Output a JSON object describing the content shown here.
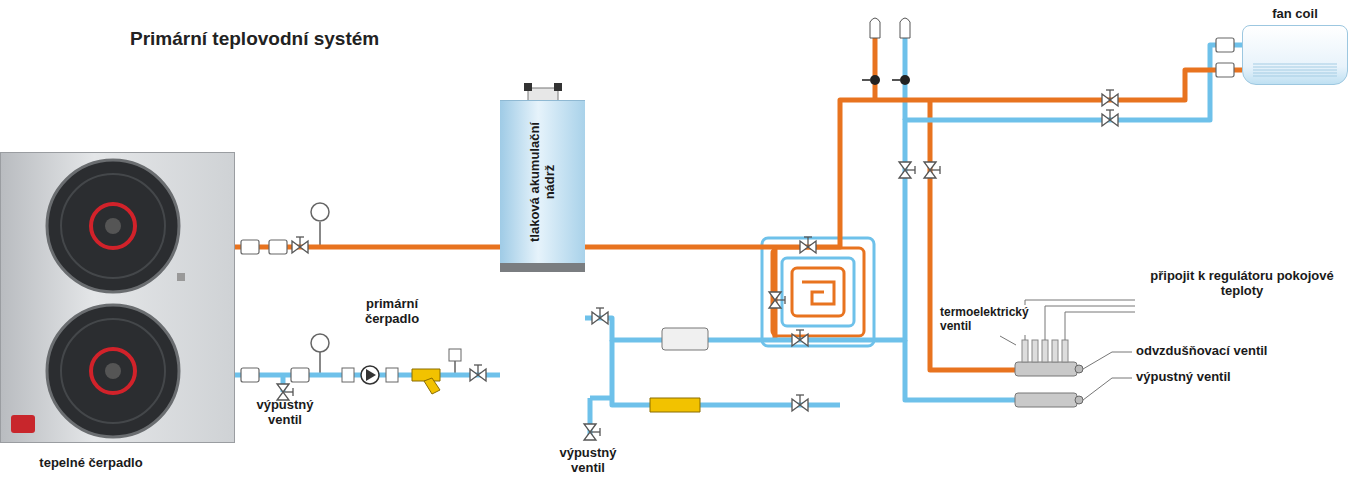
{
  "diagram": {
    "title": "Primární teplovodní systém",
    "nodes": [
      {
        "text": [
          "tepelné čerpadlo"
        ]
      },
      {
        "text": [
          "tlaková akumulační nádrž"
        ]
      },
      {
        "text": [
          "fan coil"
        ]
      }
    ],
    "edges": [
      {
        "from": 0,
        "to": 1,
        "arrow": "none"
      },
      {
        "from": 1,
        "to": 2,
        "arrow": "none"
      },
      {
        "from": 0,
        "to": 2,
        "arrow": "none"
      }
    ],
    "labels": [
      "primární čerpadlo",
      "výpustný ventil",
      "výpustný ventil",
      "připojit k regulátoru pokojové teploty",
      "termoelektrický ventil",
      "odvzdušňovací ventil",
      "výpustný ventil"
    ]
  }
}
